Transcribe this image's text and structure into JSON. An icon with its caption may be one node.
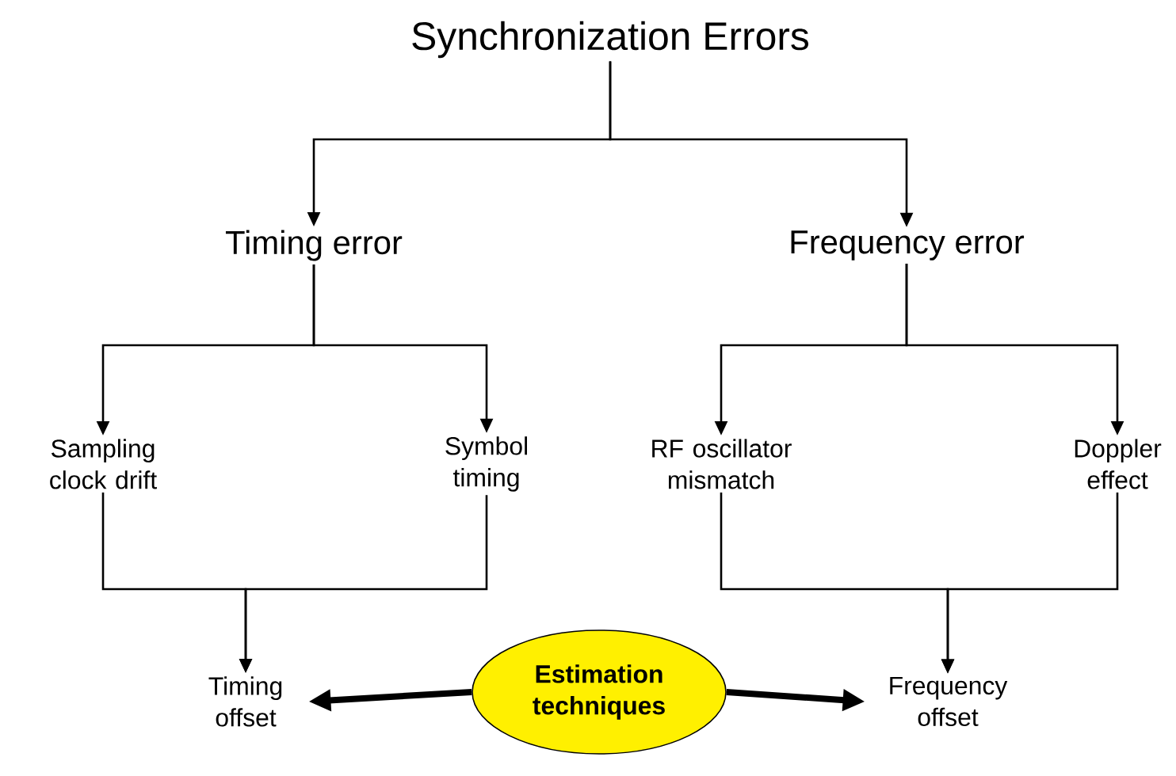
{
  "diagram": {
    "nodes": [
      {
        "text": [
          "Synchronization Errors"
        ]
      },
      {
        "text": [
          "Timing error"
        ]
      },
      {
        "text": [
          "Frequency error"
        ]
      },
      {
        "text": [
          "Sampling clock drift"
        ]
      },
      {
        "text": [
          "Symbol timing"
        ]
      },
      {
        "text": [
          "RF oscillator mismatch"
        ]
      },
      {
        "text": [
          "Doppler effect"
        ]
      },
      {
        "text": [
          "Timing offset"
        ]
      },
      {
        "text": [
          "Estimation techniques"
        ]
      },
      {
        "text": [
          "Frequency offset"
        ]
      }
    ],
    "edges": [
      {
        "from": 0,
        "to": 1,
        "arrow": "to"
      },
      {
        "from": 0,
        "to": 2,
        "arrow": "to"
      },
      {
        "from": 1,
        "to": 3,
        "arrow": "to"
      },
      {
        "from": 1,
        "to": 4,
        "arrow": "to"
      },
      {
        "from": 2,
        "to": 5,
        "arrow": "to"
      },
      {
        "from": 2,
        "to": 6,
        "arrow": "to"
      },
      {
        "from": 3,
        "to": 7,
        "arrow": "to"
      },
      {
        "from": 4,
        "to": 7,
        "arrow": "to"
      },
      {
        "from": 5,
        "to": 9,
        "arrow": "to"
      },
      {
        "from": 6,
        "to": 9,
        "arrow": "to"
      },
      {
        "from": 8,
        "to": 7,
        "arrow": "to",
        "style": "thick"
      },
      {
        "from": 8,
        "to": 9,
        "arrow": "to",
        "style": "thick"
      }
    ]
  }
}
